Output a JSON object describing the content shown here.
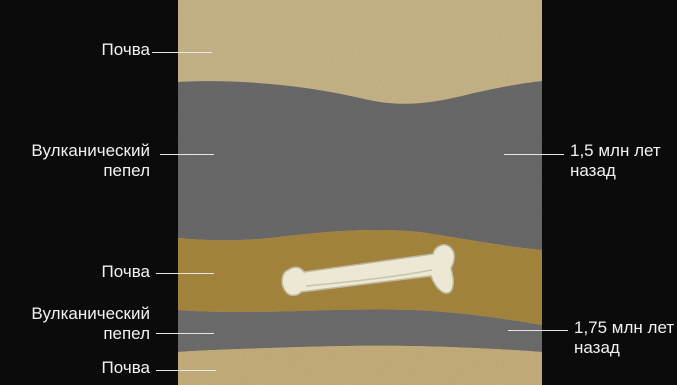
{
  "labels_left": [
    {
      "text": "Почва"
    },
    {
      "text": "Вулканический\nпепел"
    },
    {
      "text": "Почва"
    },
    {
      "text": "Вулканический\nпепел"
    },
    {
      "text": "Почва"
    }
  ],
  "labels_right": [
    {
      "text": "1,5 млн лет\nназад"
    },
    {
      "text": "1,75 млн лет\nназад"
    }
  ],
  "colors": {
    "background": "#0b0b0b",
    "soil_top": "#c9b68a",
    "ash": "#6b6b6b",
    "soil_middle": "#a8883e",
    "soil_bottom": "#c7b07c",
    "bone": "#ece8d4",
    "text": "#f2f2f2"
  },
  "icons": {
    "fossil": "bone-fossil-icon"
  }
}
